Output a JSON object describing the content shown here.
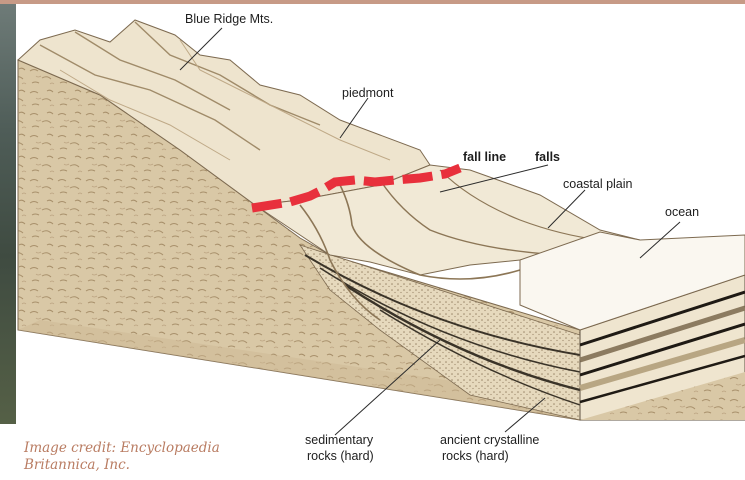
{
  "labels": {
    "blue_ridge": "Blue Ridge Mts.",
    "piedmont": "piedmont",
    "fall_line": "fall line",
    "falls": "falls",
    "coastal_plain": "coastal plain",
    "ocean": "ocean",
    "sedimentary_line1": "sedimentary",
    "sedimentary_line2": "rocks (hard)",
    "crystalline_line1": "ancient crystalline",
    "crystalline_line2": "rocks (hard)"
  },
  "credit": {
    "line1": "Image credit: Encyclopaedia",
    "line2": "Britannica, Inc."
  },
  "colors": {
    "rock": "#d8c7a4",
    "rock_dark": "#b39a74",
    "mountain": "#ece1cb",
    "plain": "#f2ead8",
    "ocean": "#f8f5ee",
    "fall_line": "#e8303c",
    "credit": "#b97c62",
    "topbar": "#c79a86"
  }
}
